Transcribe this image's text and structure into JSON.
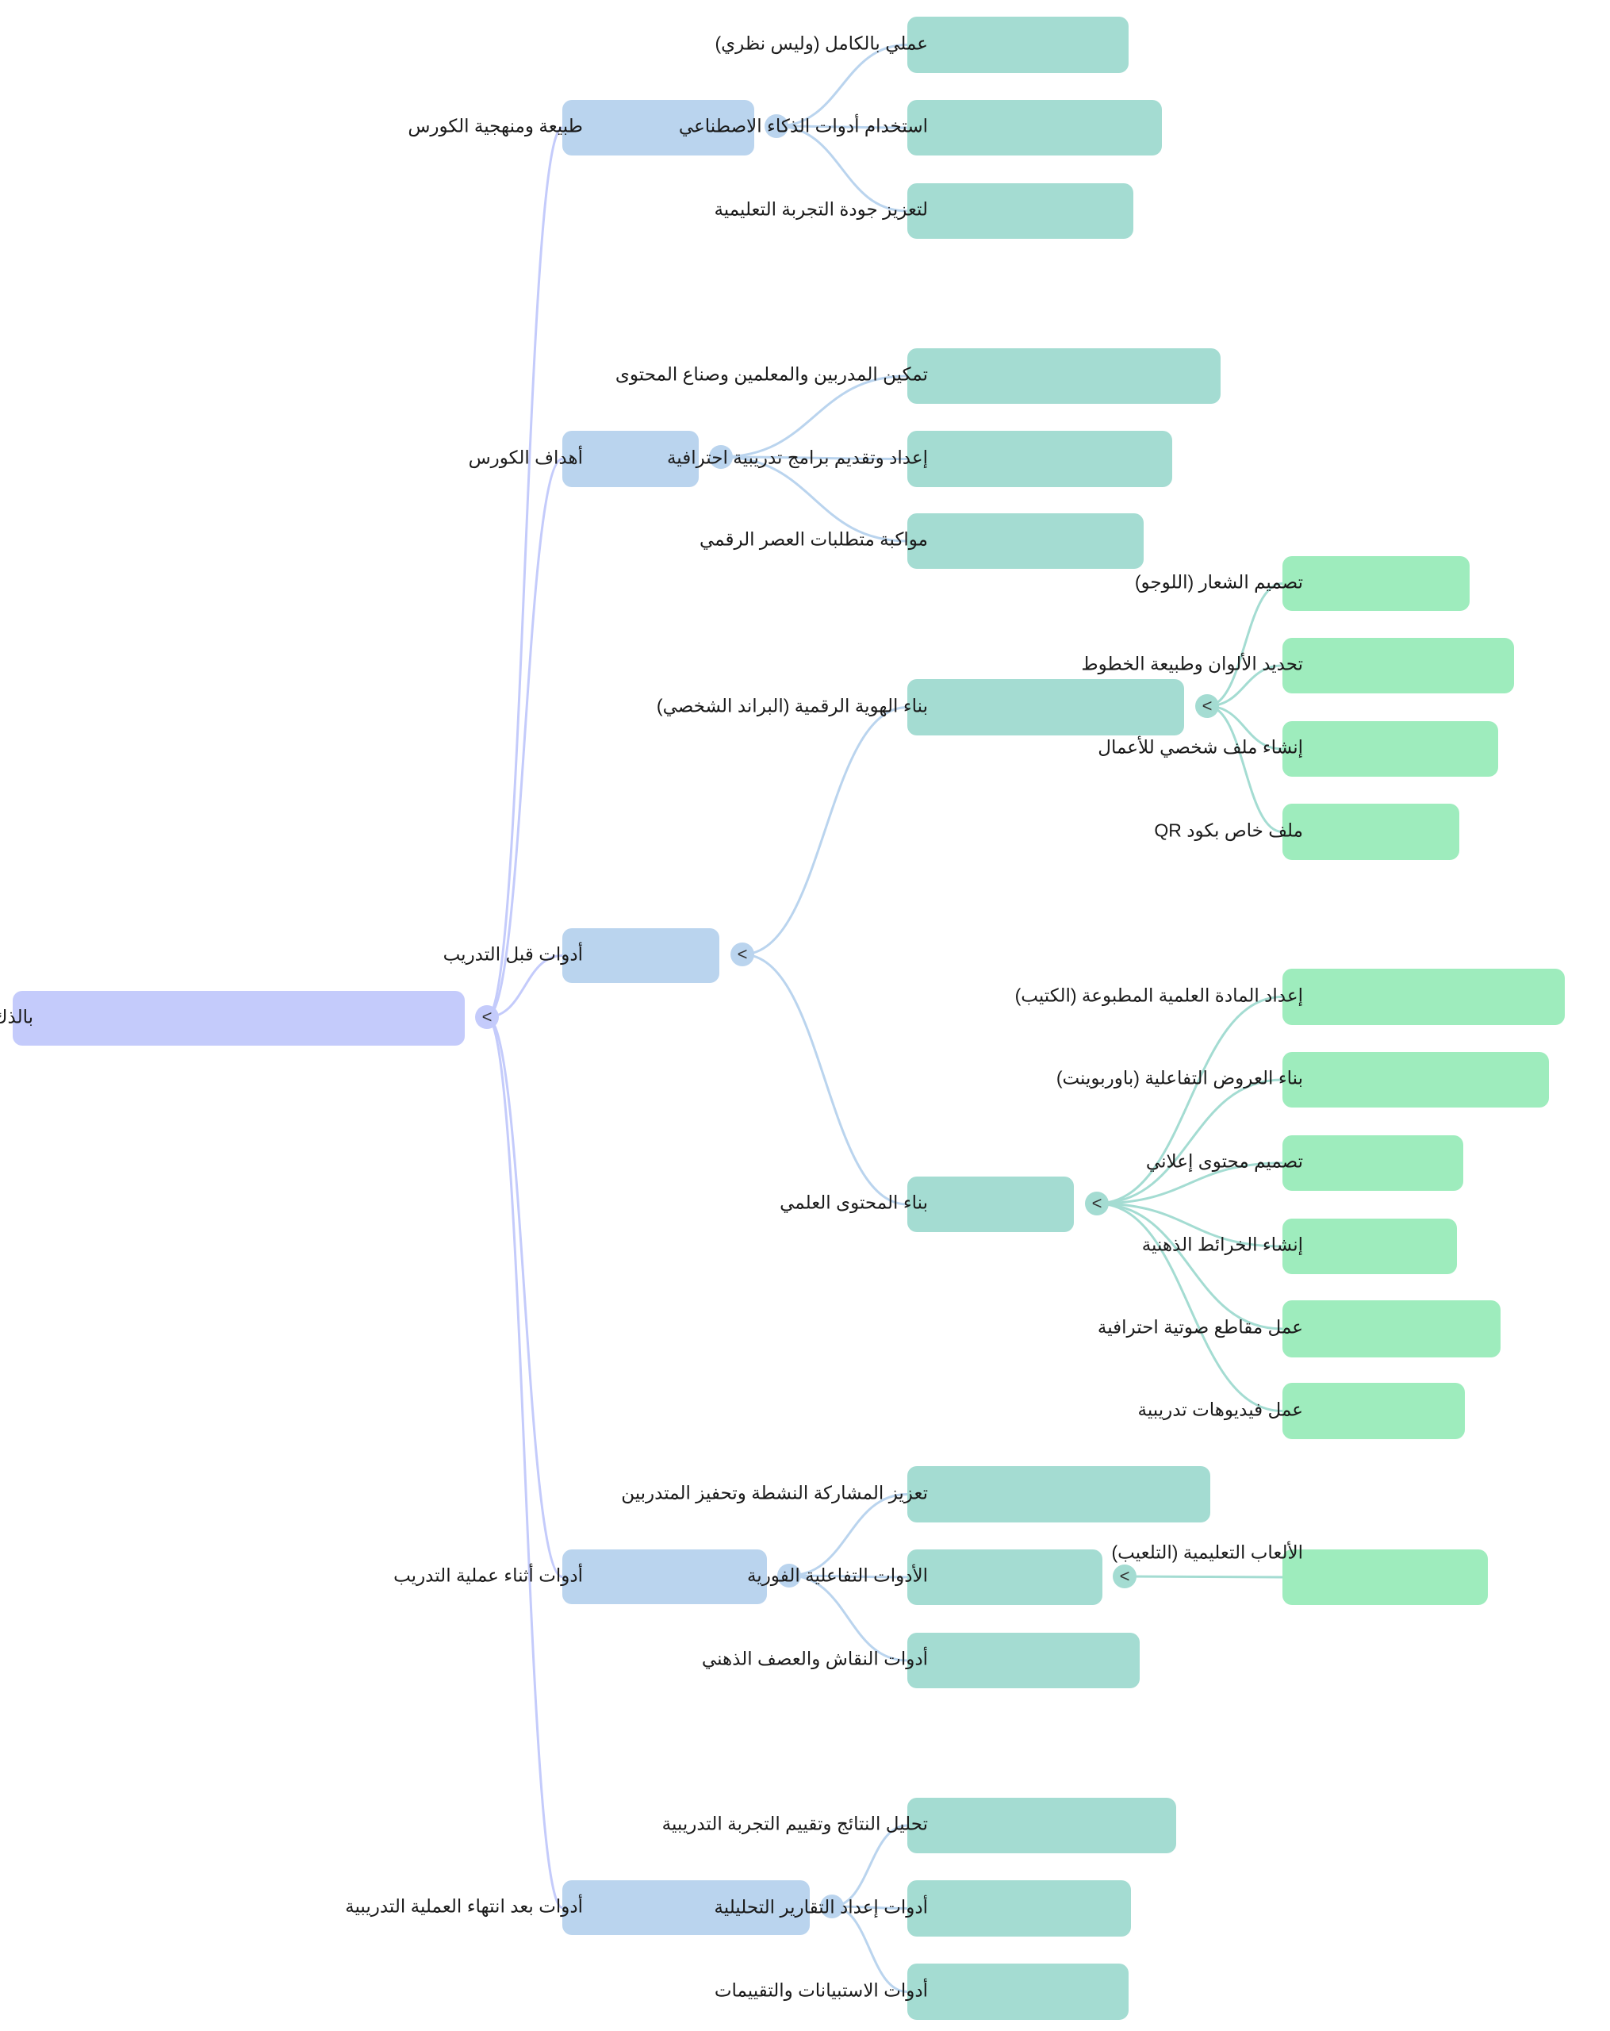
{
  "mindmap": {
    "root": {
      "label": "بالذك",
      "toggle": "<",
      "children": [
        {
          "label": "طبيعة ومنهجية الكورس",
          "toggle": "",
          "children": [
            {
              "label": "عملي بالكامل (وليس نظري)"
            },
            {
              "label": "استخدام أدوات الذكاء الاصطناعي"
            },
            {
              "label": "لتعزيز جودة التجربة التعليمية"
            }
          ]
        },
        {
          "label": "أهداف الكورس",
          "toggle": "",
          "children": [
            {
              "label": "تمكين المدربين والمعلمين وصناع المحتوى"
            },
            {
              "label": "إعداد وتقديم برامج تدريبية احترافية"
            },
            {
              "label": "مواكبة متطلبات العصر الرقمي"
            }
          ]
        },
        {
          "label": "أدوات قبل التدريب",
          "toggle": "<",
          "children": [
            {
              "label": "بناء الهوية الرقمية (البراند الشخصي)",
              "toggle": "<",
              "children": [
                {
                  "label": "تصميم الشعار (اللوجو)"
                },
                {
                  "label": "تحديد الألوان وطبيعة الخطوط"
                },
                {
                  "label": "إنشاء ملف شخصي للأعمال"
                },
                {
                  "label": "ملف خاص بكود QR"
                }
              ]
            },
            {
              "label": "بناء المحتوى العلمي",
              "toggle": "<",
              "children": [
                {
                  "label": "إعداد المادة العلمية المطبوعة (الكتيب)"
                },
                {
                  "label": "بناء العروض التفاعلية (باوربوينت)"
                },
                {
                  "label": "تصميم محتوى إعلاني"
                },
                {
                  "label": "إنشاء الخرائط الذهنية"
                },
                {
                  "label": "عمل مقاطع صوتية احترافية"
                },
                {
                  "label": "عمل فيديوهات تدريبية"
                }
              ]
            }
          ]
        },
        {
          "label": "أدوات أثناء عملية التدريب",
          "toggle": "",
          "children": [
            {
              "label": "تعزيز المشاركة النشطة وتحفيز المتدربين"
            },
            {
              "label": "الأدوات التفاعلية الفورية",
              "toggle": "<",
              "children": [
                {
                  "label": "الألعاب التعليمية (التلعيب)"
                }
              ]
            },
            {
              "label": "أدوات النقاش والعصف الذهني"
            }
          ]
        },
        {
          "label": "أدوات بعد انتهاء العملية التدريبية",
          "toggle": "",
          "children": [
            {
              "label": "تحليل النتائج وتقييم التجربة التدريبية"
            },
            {
              "label": "أدوات إعداد التقارير التحليلية"
            },
            {
              "label": "أدوات الاستبيانات والتقييمات"
            }
          ]
        }
      ]
    },
    "colors": {
      "root": "#c4cbfb",
      "level1": "#bad4ee",
      "level2": "#a4dcd2",
      "level3": "#9eecbd"
    }
  }
}
